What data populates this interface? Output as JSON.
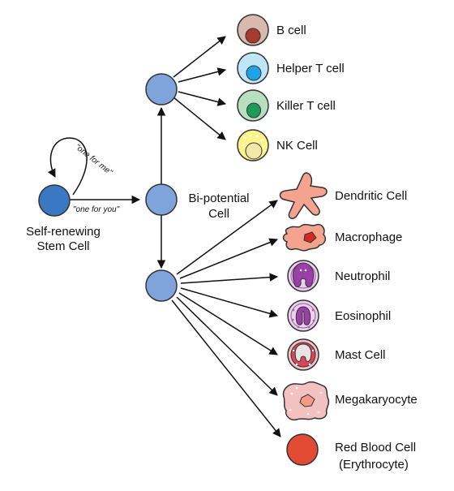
{
  "stem_cell": {
    "label_line1": "Self-renewing",
    "label_line2": "Stem Cell",
    "one_for_me": "\"one for me\"",
    "one_for_you": "\"one for you\""
  },
  "bipotential": {
    "label_line1": "Bi-potential",
    "label_line2": "Cell"
  },
  "lymphoid": [
    {
      "label": "B cell",
      "icon": "b-cell-icon"
    },
    {
      "label": "Helper T cell",
      "icon": "helper-t-cell-icon"
    },
    {
      "label": "Killer T cell",
      "icon": "killer-t-cell-icon"
    },
    {
      "label": "NK Cell",
      "icon": "nk-cell-icon"
    }
  ],
  "myeloid": [
    {
      "label": "Dendritic Cell",
      "icon": "dendritic-cell-icon"
    },
    {
      "label": "Macrophage",
      "icon": "macrophage-icon"
    },
    {
      "label": "Neutrophil",
      "icon": "neutrophil-icon"
    },
    {
      "label": "Eosinophil",
      "icon": "eosinophil-icon"
    },
    {
      "label": "Mast Cell",
      "icon": "mast-cell-icon"
    },
    {
      "label": "Megakaryocyte",
      "icon": "megakaryocyte-icon"
    },
    {
      "label_line1": "Red Blood Cell",
      "label_line2": "(Erythrocyte)",
      "icon": "red-blood-cell-icon"
    }
  ],
  "colors": {
    "progenitor": "#7fa3db",
    "stem": "#3a78c4",
    "outline": "#333333"
  }
}
